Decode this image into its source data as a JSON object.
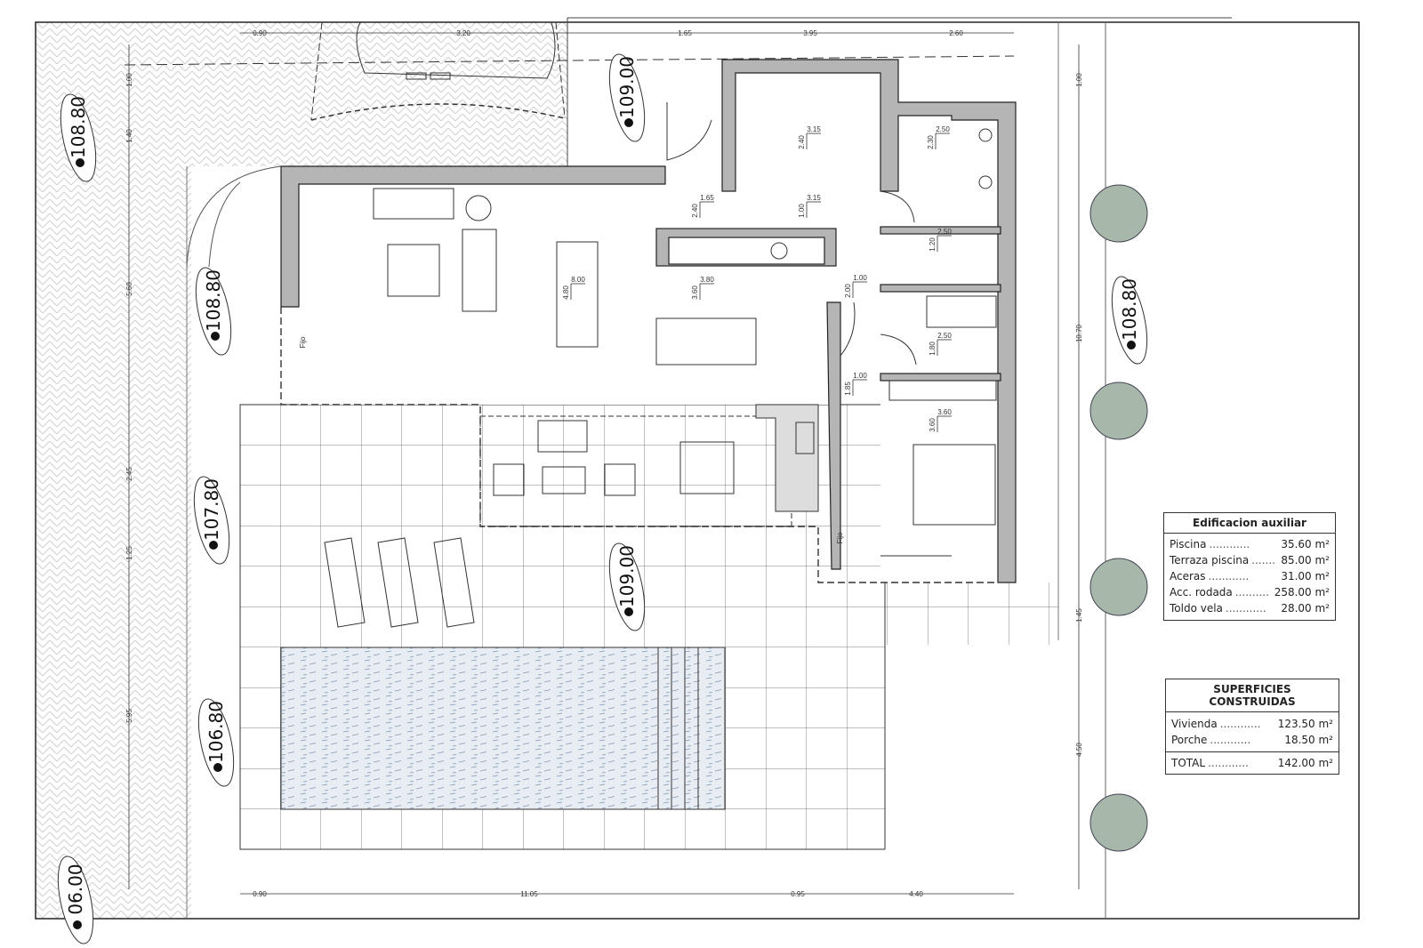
{
  "elevations": [
    "108.80",
    "109.00",
    "108.80",
    "107.80",
    "109.00",
    "106.80",
    "108.80",
    "06.00"
  ],
  "dimensions": {
    "top": [
      "0.90",
      "3.20",
      "1.65",
      "3.95",
      "2.60"
    ],
    "left": [
      "1.00",
      "1.40",
      "5.60",
      "2.45",
      "1.25",
      "5.95"
    ],
    "right": [
      "1.00",
      "10.70",
      "1.45",
      "4.50"
    ],
    "bottom": [
      "0.90",
      "11.05",
      "0.95",
      "4.40"
    ]
  },
  "room_dims": [
    [
      "3.15",
      "2.40"
    ],
    [
      "2.50",
      "2.30"
    ],
    [
      "1.65",
      "2.40"
    ],
    [
      "3.15",
      "1.00"
    ],
    [
      "2.50",
      "1.20"
    ],
    [
      "8.00",
      "4.80"
    ],
    [
      "3.80",
      "3.60"
    ],
    [
      "1.00",
      "2.00"
    ],
    [
      "2.50",
      "1.80"
    ],
    [
      "1.00",
      "1.85"
    ],
    [
      "3.60",
      "3.60"
    ]
  ],
  "window_labels": [
    "Fijo",
    "Fijo"
  ],
  "auxiliary_table": {
    "title": "Edificacion auxiliar",
    "rows": [
      {
        "label": "Piscina",
        "dots": "............",
        "value": "35.60 m²"
      },
      {
        "label": "Terraza piscina",
        "dots": ".......",
        "value": "85.00 m²"
      },
      {
        "label": "Aceras",
        "dots": "............",
        "value": "31.00 m²"
      },
      {
        "label": "Acc. rodada",
        "dots": "..........",
        "value": "258.00 m²"
      },
      {
        "label": "Toldo vela",
        "dots": "............",
        "value": "28.00 m²"
      }
    ]
  },
  "built_table": {
    "title": "SUPERFICIES CONSTRUIDAS",
    "rows": [
      {
        "label": "Vivienda",
        "dots": "............",
        "value": "123.50 m²"
      },
      {
        "label": "Porche",
        "dots": "............",
        "value": "18.50 m²"
      }
    ],
    "total": {
      "label": "TOTAL",
      "dots": "............",
      "value": "142.00 m²"
    }
  },
  "colors": {
    "wall": "#b5b5b5",
    "line": "#222222",
    "pool": "#dfe6ee",
    "tree": "#9fb1a3",
    "hatch": "#cfcfcf"
  }
}
